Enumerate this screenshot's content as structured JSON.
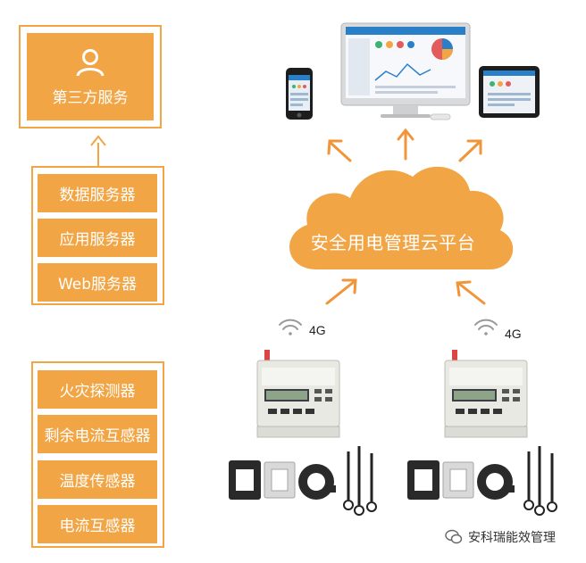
{
  "third_party": {
    "label": "第三方服务",
    "icon": "user-icon"
  },
  "servers": [
    "数据服务器",
    "应用服务器",
    "Web服务器"
  ],
  "sensors": [
    "火灾探测器",
    "剩余电流互感器",
    "温度传感器",
    "电流互感器"
  ],
  "cloud": {
    "label": "安全用电管理云平台"
  },
  "network": {
    "left": "4G",
    "right": "4G"
  },
  "watermark": {
    "text": "安科瑞能效管理",
    "icon": "wechat-icon"
  },
  "colors": {
    "accent": "#f2a544",
    "arrow": "#f0953a"
  }
}
